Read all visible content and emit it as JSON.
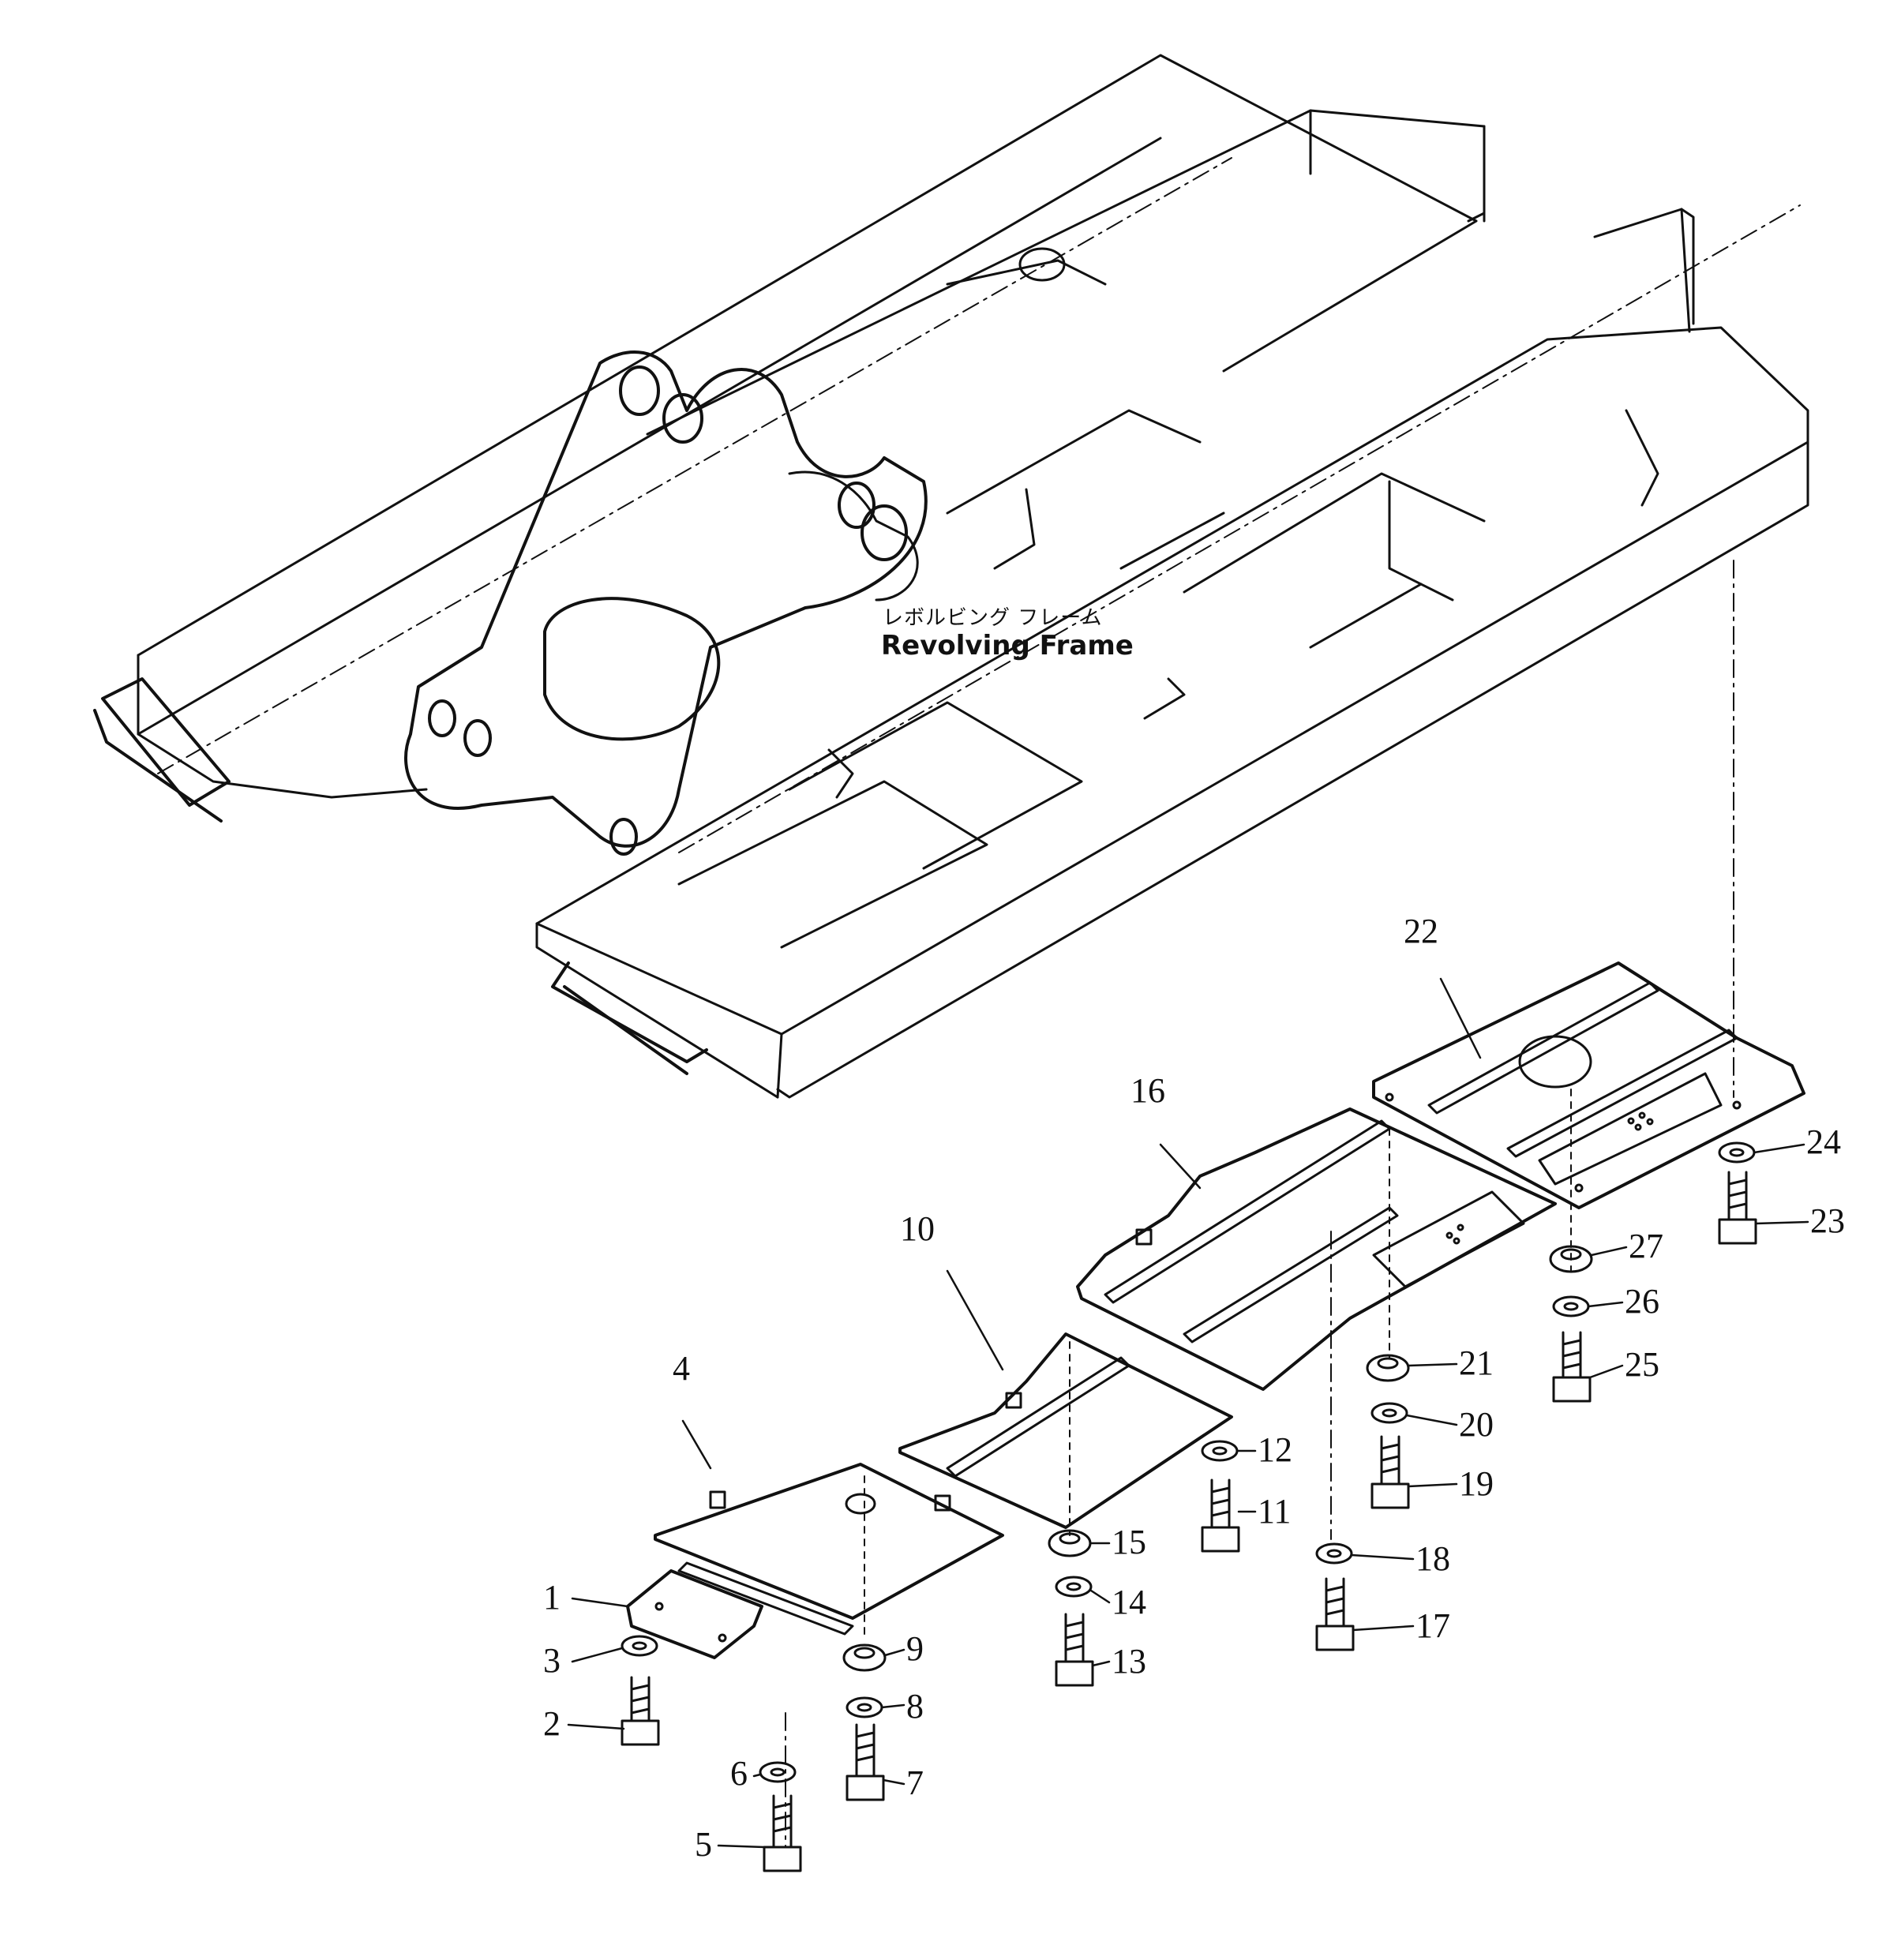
{
  "frame_label": {
    "japanese": "レボルビング フレーム",
    "english": "Revolving Frame"
  },
  "callouts": [
    "1",
    "2",
    "3",
    "4",
    "5",
    "6",
    "7",
    "8",
    "9",
    "10",
    "11",
    "12",
    "13",
    "14",
    "15",
    "16",
    "17",
    "18",
    "19",
    "20",
    "21",
    "22",
    "23",
    "24",
    "25",
    "26",
    "27"
  ],
  "colors": {
    "line": "#111111",
    "background": "#ffffff"
  }
}
